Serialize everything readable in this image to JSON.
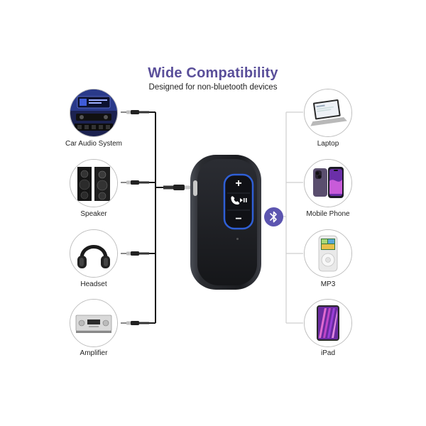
{
  "header": {
    "title": "Wide Compatibility",
    "subtitle": "Designed for non-bluetooth devices"
  },
  "left_devices": [
    {
      "label": "Car Audio System",
      "icon": "car-stereo-icon"
    },
    {
      "label": "Speaker",
      "icon": "speaker-icon"
    },
    {
      "label": "Headset",
      "icon": "headphones-icon"
    },
    {
      "label": "Amplifier",
      "icon": "amplifier-icon"
    }
  ],
  "right_devices": [
    {
      "label": "Laptop",
      "icon": "laptop-icon"
    },
    {
      "label": "Mobile Phone",
      "icon": "mobile-phone-icon"
    },
    {
      "label": "MP3",
      "icon": "mp3-player-icon"
    },
    {
      "label": "iPad",
      "icon": "tablet-icon"
    }
  ],
  "receiver": {
    "buttons": [
      "+",
      "−"
    ],
    "accent": "#2f5fd6"
  },
  "colors": {
    "title": "#5a4f9a",
    "bluetooth_badge": "#5c55b0",
    "cable": "#1a1a1a"
  }
}
